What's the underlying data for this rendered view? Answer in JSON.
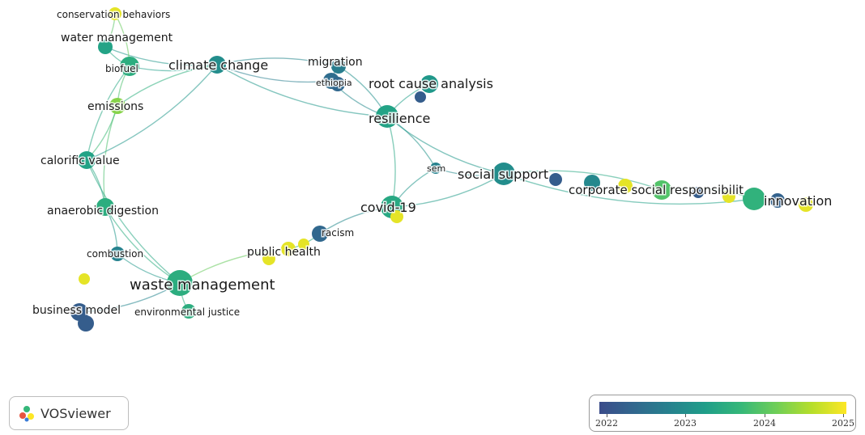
{
  "colors": {
    "c2022": "#3b4c8a",
    "c2023": "#26828e",
    "c2024": "#5ec962",
    "c2025": "#fde725",
    "link": "#8cc6c2"
  },
  "nodes": [
    {
      "id": "conservation-behaviors",
      "label": "conservation behaviors",
      "year": 2024.9
    },
    {
      "id": "water-management",
      "label": "water management",
      "year": 2023.6
    },
    {
      "id": "biofuel",
      "label": "biofuel",
      "year": 2023.8
    },
    {
      "id": "climate-change",
      "label": "climate change",
      "year": 2023.2
    },
    {
      "id": "emissions",
      "label": "emissions",
      "year": 2024.5
    },
    {
      "id": "calorific-value",
      "label": "calorific value",
      "year": 2023.6
    },
    {
      "id": "anaerobic-digestion",
      "label": "anaerobic digestion",
      "year": 2023.8
    },
    {
      "id": "combustion",
      "label": "combustion",
      "year": 2023.0
    },
    {
      "id": "waste-management",
      "label": "waste management",
      "year": 2023.8
    },
    {
      "id": "business-model",
      "label": "business model",
      "year": 2022.3
    },
    {
      "id": "environmental-justice",
      "label": "environmental justice",
      "year": 2023.8
    },
    {
      "id": "public-health",
      "label": "public health",
      "year": 2024.9
    },
    {
      "id": "racism",
      "label": "racism",
      "year": 2022.5
    },
    {
      "id": "covid-19",
      "label": "covid-19",
      "year": 2023.7
    },
    {
      "id": "migration",
      "label": "migration",
      "year": 2022.9
    },
    {
      "id": "ethiopia",
      "label": "ethiopia",
      "year": 2022.6
    },
    {
      "id": "root-cause-analysis",
      "label": "root cause analysis",
      "year": 2023.4
    },
    {
      "id": "resilience",
      "label": "resilience",
      "year": 2023.6
    },
    {
      "id": "sem",
      "label": "sem",
      "year": 2023.0
    },
    {
      "id": "social-support",
      "label": "social support",
      "year": 2023.2
    },
    {
      "id": "corporate-social-responsibility",
      "label": "corporate social responsibilit",
      "year": 2024.2
    },
    {
      "id": "innovation",
      "label": "innovation",
      "year": 2023.9
    },
    {
      "id": "unlabeled-a",
      "label": "",
      "year": 2022.3
    },
    {
      "id": "unlabeled-b",
      "label": "",
      "year": 2022.3
    },
    {
      "id": "unlabeled-c",
      "label": "",
      "year": 2023.1
    },
    {
      "id": "unlabeled-d",
      "label": "",
      "year": 2024.9
    },
    {
      "id": "unlabeled-e",
      "label": "",
      "year": 2022.3
    },
    {
      "id": "unlabeled-f",
      "label": "",
      "year": 2024.9
    },
    {
      "id": "unlabeled-g",
      "label": "",
      "year": 2022.5
    },
    {
      "id": "unlabeled-h",
      "label": "",
      "year": 2024.9
    },
    {
      "id": "unlabeled-i",
      "label": "",
      "year": 2024.9
    },
    {
      "id": "unlabeled-j",
      "label": "",
      "year": 2022.3
    },
    {
      "id": "unlabeled-k",
      "label": "",
      "year": 2024.9
    },
    {
      "id": "unlabeled-l",
      "label": "",
      "year": 2024.9
    },
    {
      "id": "unlabeled-m",
      "label": "",
      "year": 2022.4
    },
    {
      "id": "unlabeled-n",
      "label": "",
      "year": 2024.9
    }
  ],
  "links": [
    [
      "climate-change",
      "biofuel"
    ],
    [
      "climate-change",
      "emissions"
    ],
    [
      "climate-change",
      "water-management"
    ],
    [
      "climate-change",
      "resilience"
    ],
    [
      "climate-change",
      "migration"
    ],
    [
      "climate-change",
      "ethiopia"
    ],
    [
      "climate-change",
      "calorific-value"
    ],
    [
      "biofuel",
      "emissions"
    ],
    [
      "biofuel",
      "water-management"
    ],
    [
      "biofuel",
      "calorific-value"
    ],
    [
      "emissions",
      "calorific-value"
    ],
    [
      "emissions",
      "anaerobic-digestion"
    ],
    [
      "calorific-value",
      "anaerobic-digestion"
    ],
    [
      "anaerobic-digestion",
      "waste-management"
    ],
    [
      "anaerobic-digestion",
      "combustion"
    ],
    [
      "combustion",
      "waste-management"
    ],
    [
      "waste-management",
      "business-model"
    ],
    [
      "waste-management",
      "environmental-justice"
    ],
    [
      "waste-management",
      "public-health"
    ],
    [
      "public-health",
      "racism"
    ],
    [
      "racism",
      "covid-19"
    ],
    [
      "covid-19",
      "resilience"
    ],
    [
      "covid-19",
      "sem"
    ],
    [
      "covid-19",
      "social-support"
    ],
    [
      "resilience",
      "sem"
    ],
    [
      "resilience",
      "social-support"
    ],
    [
      "resilience",
      "root-cause-analysis"
    ],
    [
      "resilience",
      "migration"
    ],
    [
      "resilience",
      "ethiopia"
    ],
    [
      "sem",
      "social-support"
    ],
    [
      "social-support",
      "corporate-social-responsibility"
    ],
    [
      "social-support",
      "innovation"
    ],
    [
      "corporate-social-responsibility",
      "innovation"
    ],
    [
      "migration",
      "ethiopia"
    ],
    [
      "conservation-behaviors",
      "water-management"
    ],
    [
      "biofuel",
      "conservation-behaviors"
    ],
    [
      "waste-management",
      "calorific-value"
    ]
  ],
  "brand": {
    "name": "VOSviewer"
  },
  "legend": {
    "ticks": [
      "2022",
      "2023",
      "2024",
      "2025"
    ]
  }
}
